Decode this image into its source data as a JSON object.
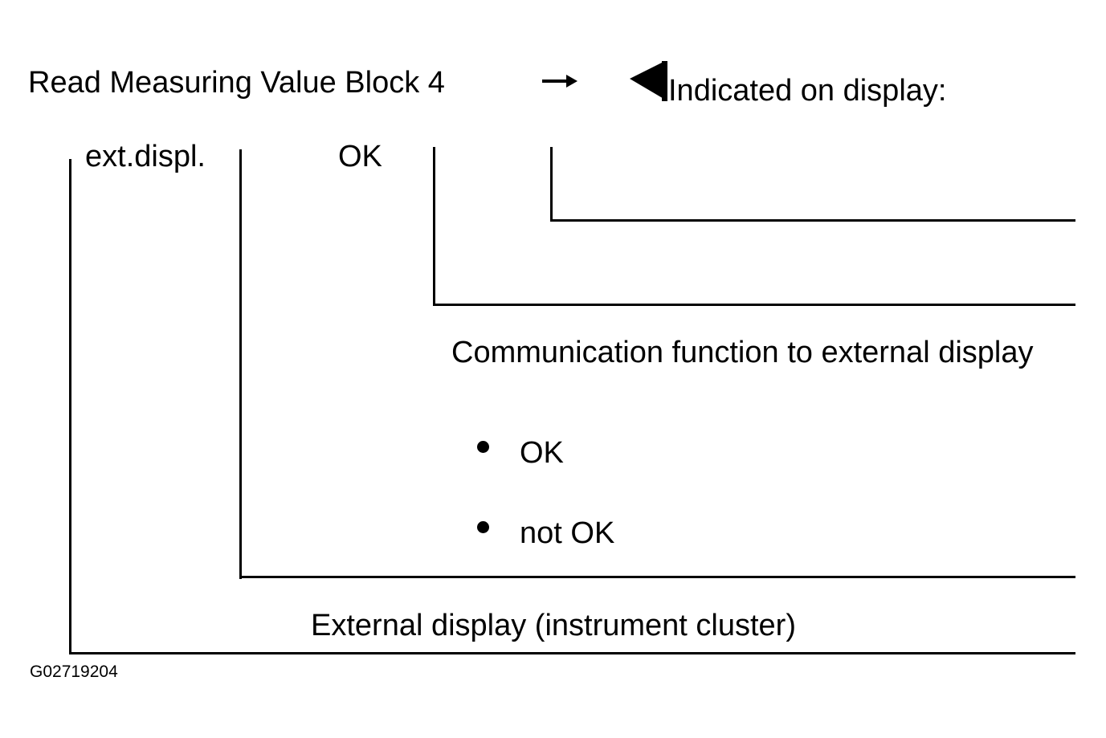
{
  "header": {
    "title": "Read Measuring Value Block 4",
    "arrow_icon": "right-arrow-icon",
    "pointer_icon": "left-pointer-triangle-icon",
    "indicated_label": "Indicated on display:"
  },
  "display_fields": {
    "field1": "ext.displ.",
    "field2": "OK"
  },
  "descriptions": {
    "communication": "Communication function to external display",
    "options": [
      "OK",
      "not OK"
    ],
    "external": "External display (instrument cluster)"
  },
  "figure_code": "G02719204"
}
